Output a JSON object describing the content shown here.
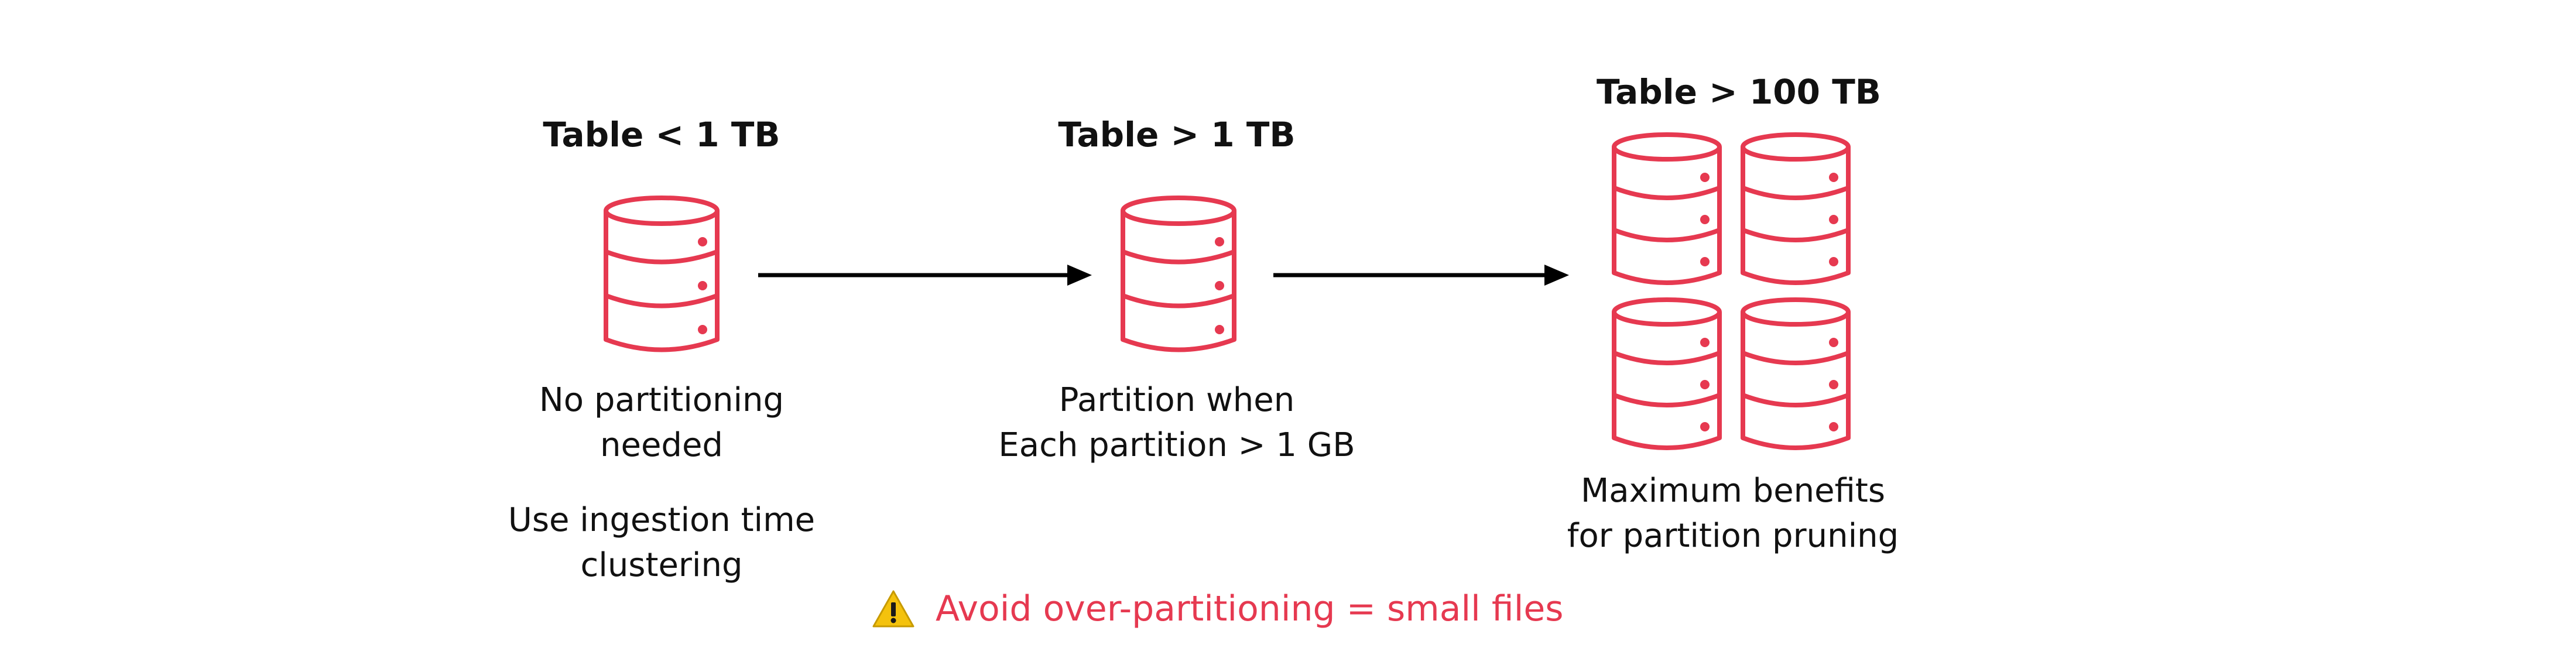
{
  "colors": {
    "database": "#e63950",
    "warning_text": "#e63950",
    "warning_icon": "#f4c20d",
    "arrow": "#000000"
  },
  "stage_small": {
    "title": "Table < 1 TB",
    "caption_line1": "No partitioning",
    "caption_line2": "needed",
    "note_line1": "Use ingestion time",
    "note_line2": "clustering",
    "icon": "database-icon"
  },
  "stage_medium": {
    "title": "Table > 1 TB",
    "caption_line1": "Partition when",
    "caption_line2": "Each partition > 1 GB",
    "icon": "database-icon"
  },
  "stage_large": {
    "title": "Table > 100 TB",
    "caption_line1": "Maximum benefits",
    "caption_line2": "for partition pruning",
    "icon": "database-icon"
  },
  "warning": {
    "icon": "warning-icon",
    "text": "Avoid over-partitioning = small files"
  }
}
